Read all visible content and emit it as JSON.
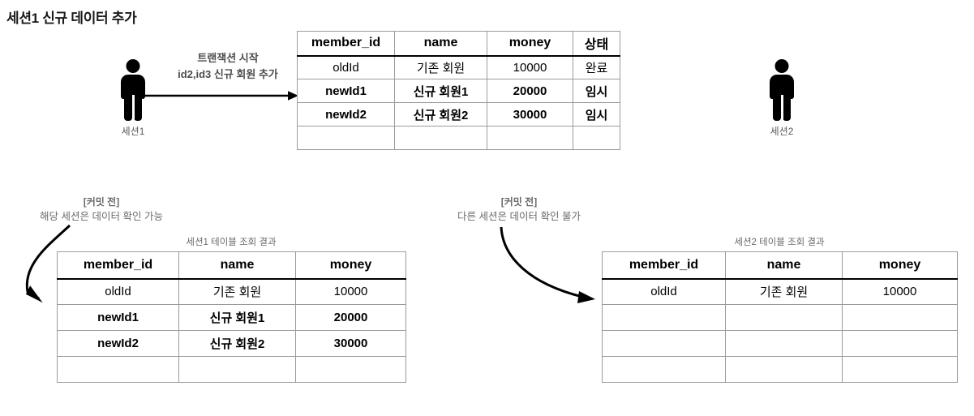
{
  "page": {
    "title": "세션1 신규 데이터 추가"
  },
  "actors": {
    "session1": {
      "icon": "person-icon",
      "label": "세션1"
    },
    "session2": {
      "icon": "person-icon",
      "label": "세션2"
    }
  },
  "flow_arrow": {
    "line1": "트랜잭션 시작",
    "line2": "id2,id3 신규 회원 추가"
  },
  "top_table": {
    "headers": [
      "member_id",
      "name",
      "money",
      "상태"
    ],
    "rows": [
      {
        "bold": false,
        "cells": [
          "oldId",
          "기존 회원",
          "10000",
          "완료"
        ]
      },
      {
        "bold": true,
        "cells": [
          "newId1",
          "신규 회원1",
          "20000",
          "임시"
        ]
      },
      {
        "bold": true,
        "cells": [
          "newId2",
          "신규 회원2",
          "30000",
          "임시"
        ]
      },
      {
        "bold": false,
        "cells": [
          "",
          "",
          "",
          ""
        ]
      }
    ]
  },
  "notes": {
    "left": {
      "title": "[커밋 전]",
      "body": "해당 세션은 데이터 확인 가능"
    },
    "right": {
      "title": "[커밋 전]",
      "body": "다른 세션은 데이터 확인 불가"
    }
  },
  "left_table": {
    "caption": "세션1 테이블 조회 결과",
    "headers": [
      "member_id",
      "name",
      "money"
    ],
    "rows": [
      {
        "bold": false,
        "cells": [
          "oldId",
          "기존 회원",
          "10000"
        ]
      },
      {
        "bold": true,
        "cells": [
          "newId1",
          "신규 회원1",
          "20000"
        ]
      },
      {
        "bold": true,
        "cells": [
          "newId2",
          "신규 회원2",
          "30000"
        ]
      },
      {
        "bold": false,
        "cells": [
          "",
          "",
          ""
        ]
      }
    ]
  },
  "right_table": {
    "caption": "세션2 테이블 조회 결과",
    "headers": [
      "member_id",
      "name",
      "money"
    ],
    "rows": [
      {
        "bold": false,
        "cells": [
          "oldId",
          "기존 회원",
          "10000"
        ]
      },
      {
        "bold": false,
        "cells": [
          "",
          "",
          ""
        ]
      },
      {
        "bold": false,
        "cells": [
          "",
          "",
          ""
        ]
      },
      {
        "bold": false,
        "cells": [
          "",
          "",
          ""
        ]
      }
    ]
  },
  "colors": {
    "text": "#000000",
    "muted": "#6b6b6b",
    "grid_line": "#9b9b9b",
    "header_rule": "#000000",
    "arrow": "#000000"
  }
}
